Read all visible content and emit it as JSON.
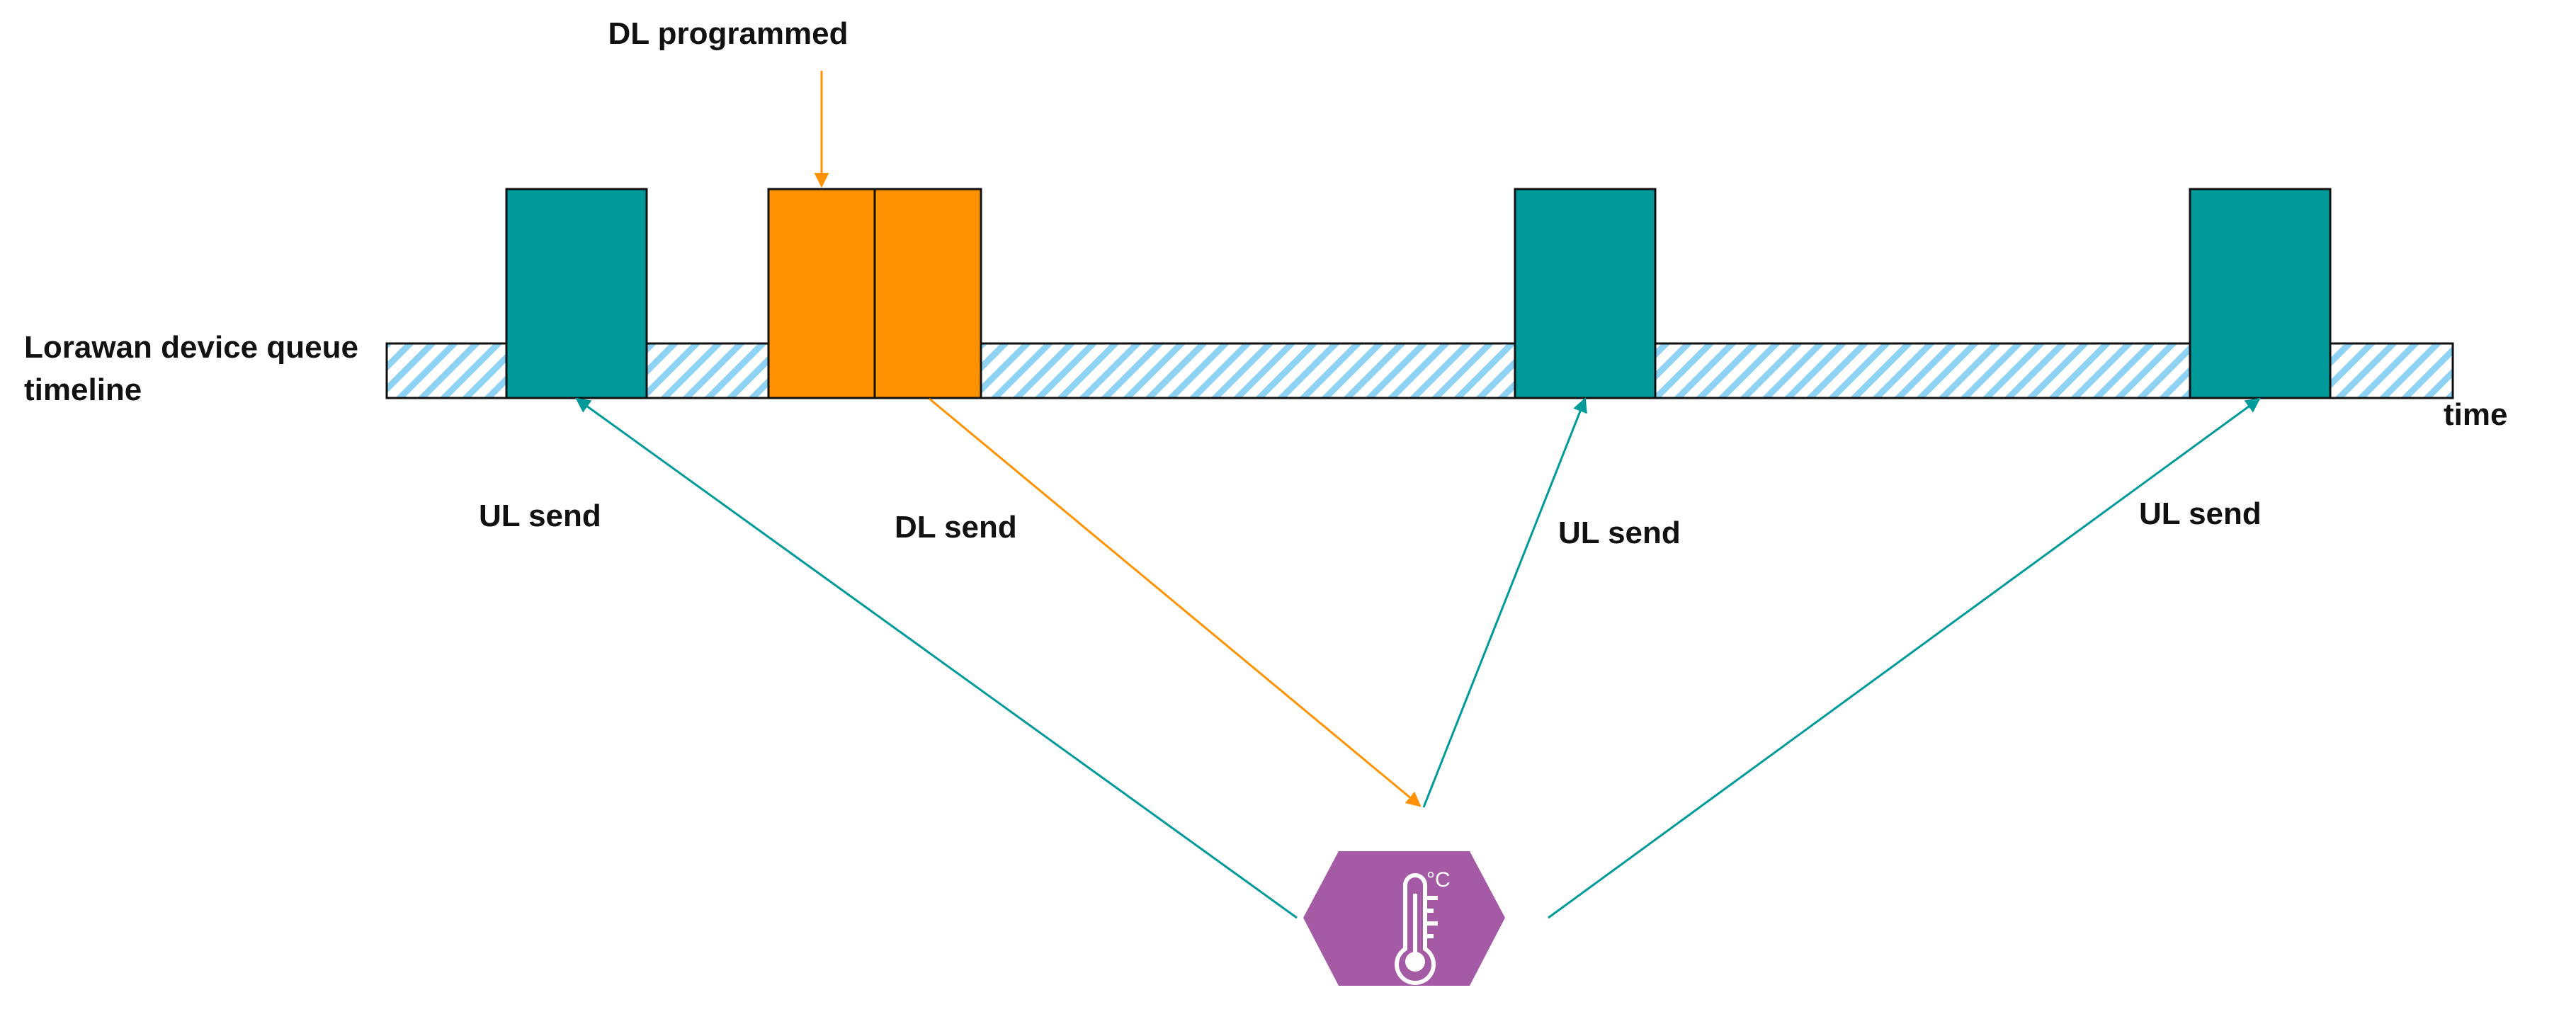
{
  "labels": {
    "dl_programmed": "DL programmed",
    "timeline_line1": "Lorawan device queue",
    "timeline_line2": "timeline",
    "time": "time",
    "ul_send_1": "UL send",
    "dl_send": "DL send",
    "ul_send_2": "UL send",
    "ul_send_3": "UL send"
  },
  "device": {
    "icon": "thermometer-icon",
    "unit_symbol": "°C"
  },
  "colors": {
    "uplink": "#009a9a",
    "downlink": "#ff9200",
    "device": "#a45aa4",
    "queue_stripe": "#8fd3f4",
    "outline": "#111111"
  }
}
